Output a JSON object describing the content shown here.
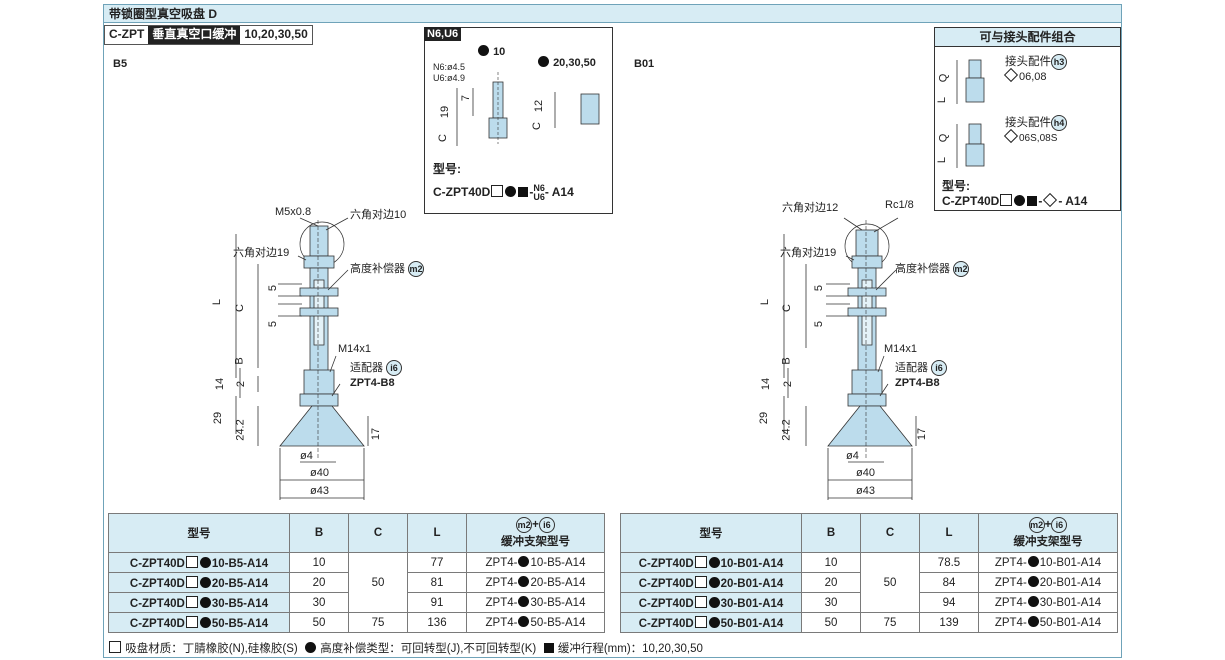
{
  "header": {
    "title": "带锁圈型真空吸盘 D"
  },
  "spec_bar": {
    "series": "C-ZPT",
    "type": "垂直真空口缓冲",
    "strokes": "10,20,30,50"
  },
  "left_drawing": {
    "label": "B5",
    "m5": "M5x0.8",
    "hex10": "六角对边10",
    "hex19": "六角对边19",
    "height_comp": "高度补偿器",
    "m2": "m2",
    "m14": "M14x1",
    "adapter": "适配器",
    "i6": "i6",
    "adapter_model": "ZPT4-B8",
    "d4": "ø4",
    "d40": "ø40",
    "d43": "ø43",
    "dim_L": "L",
    "dim_C": "C",
    "dim_5a": "5",
    "dim_5b": "5",
    "dim_B": "B",
    "dim_14": "14",
    "dim_2": "2",
    "dim_29": "29",
    "dim_242": "24.2",
    "dim_17": "17"
  },
  "right_drawing": {
    "label": "B01",
    "hex12": "六角对边12",
    "rc": "Rc1/8",
    "hex19": "六角对边19",
    "height_comp": "高度补偿器",
    "m2": "m2",
    "m14": "M14x1",
    "adapter": "适配器",
    "i6": "i6",
    "adapter_model": "ZPT4-B8",
    "d4": "ø4",
    "d40": "ø40",
    "d43": "ø43",
    "dim_L": "L",
    "dim_C": "C",
    "dim_5a": "5",
    "dim_5b": "5",
    "dim_B": "B",
    "dim_14": "14",
    "dim_2": "2",
    "dim_29": "29",
    "dim_242": "24.2",
    "dim_17": "17"
  },
  "inset_n6": {
    "title": "N6,U6",
    "opt10": "10",
    "opt20": "20,30,50",
    "n6": "N6:ø4.5",
    "u6": "U6:ø4.9",
    "dim7": "7",
    "dim19": "19",
    "dimC1": "C",
    "dim12": "12",
    "dimC2": "C",
    "model_label": "型号:",
    "model_prefix": "C-ZPT40D",
    "model_n6": "N6",
    "model_u6": "U6",
    "model_suffix": "- A14"
  },
  "fittings": {
    "title": "可与接头配件组合",
    "h3_label": "接头配件",
    "h3": "h3",
    "h3_sizes": "06,08",
    "h4_label": "接头配件",
    "h4": "h4",
    "h4_sizes": "06S,08S",
    "dimQ1": "Q",
    "dimL1": "L",
    "dimQ2": "Q",
    "dimL2": "L",
    "model_label": "型号:",
    "model_prefix": "C-ZPT40D",
    "model_suffix": "- A14"
  },
  "table_left": {
    "headers": {
      "model": "型号",
      "b": "B",
      "c": "C",
      "l": "L",
      "m2": "m2",
      "plus": "+",
      "i6": "i6",
      "buffer": "缓冲支架型号"
    },
    "rows": [
      {
        "prefix": "C-ZPT40D",
        "suffix": "10-B5-A14",
        "b": "10",
        "l": "77",
        "bp": "ZPT4-",
        "bs": "10-B5-A14"
      },
      {
        "prefix": "C-ZPT40D",
        "suffix": "20-B5-A14",
        "b": "20",
        "l": "81",
        "bp": "ZPT4-",
        "bs": "20-B5-A14"
      },
      {
        "prefix": "C-ZPT40D",
        "suffix": "30-B5-A14",
        "b": "30",
        "l": "91",
        "bp": "ZPT4-",
        "bs": "30-B5-A14"
      },
      {
        "prefix": "C-ZPT40D",
        "suffix": "50-B5-A14",
        "b": "50",
        "l": "136",
        "bp": "ZPT4-",
        "bs": "50-B5-A14"
      }
    ],
    "c_shared": "50",
    "c_last": "75"
  },
  "table_right": {
    "headers": {
      "model": "型号",
      "b": "B",
      "c": "C",
      "l": "L",
      "m2": "m2",
      "plus": "+",
      "i6": "i6",
      "buffer": "缓冲支架型号"
    },
    "rows": [
      {
        "prefix": "C-ZPT40D",
        "suffix": "10-B01-A14",
        "b": "10",
        "l": "78.5",
        "bp": "ZPT4-",
        "bs": "10-B01-A14"
      },
      {
        "prefix": "C-ZPT40D",
        "suffix": "20-B01-A14",
        "b": "20",
        "l": "84",
        "bp": "ZPT4-",
        "bs": "20-B01-A14"
      },
      {
        "prefix": "C-ZPT40D",
        "suffix": "30-B01-A14",
        "b": "30",
        "l": "94",
        "bp": "ZPT4-",
        "bs": "30-B01-A14"
      },
      {
        "prefix": "C-ZPT40D",
        "suffix": "50-B01-A14",
        "b": "50",
        "l": "139",
        "bp": "ZPT4-",
        "bs": "50-B01-A14"
      }
    ],
    "c_shared": "50",
    "c_last": "75"
  },
  "footnote": {
    "square_text": "吸盘材质：丁腈橡胶(N),硅橡胶(S)",
    "dot_text": "高度补偿类型：可回转型(J),不可回转型(K)",
    "black_text": "缓冲行程(mm)：10,20,30,50"
  },
  "colors": {
    "accent": "#d7ecf4",
    "border": "#6fa3b9",
    "part": "#bcdcec"
  }
}
